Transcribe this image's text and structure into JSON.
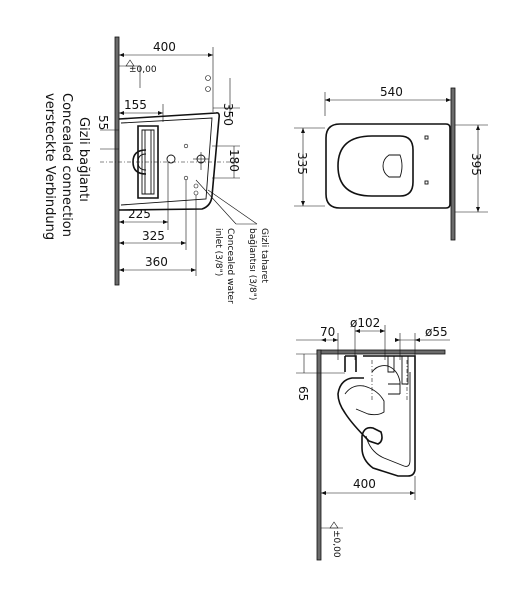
{
  "top_view": {
    "dim_400": "400",
    "level": "±0,00",
    "dim_350": "350",
    "dim_155": "155",
    "dim_55": "55",
    "dim_180": "180",
    "dim_225": "225",
    "dim_325": "325",
    "dim_360": "360"
  },
  "labels": {
    "gizli_baglanti": "Gizli bağlantı",
    "concealed_connection": "Concealed connection",
    "versteckte_verbindung": "versteckte Verbindung",
    "taharet_line1": "Gizli taharet",
    "taharet_line2": "bağlantısı (3/8\")",
    "water_line1": "Concealed water",
    "water_line2": "inlet (3/8\")"
  },
  "plan_view": {
    "dim_540": "540",
    "dim_335": "335",
    "dim_395": "395"
  },
  "side_view": {
    "dim_70": "70",
    "dim_phi102": "ø102",
    "dim_phi55": "ø55",
    "dim_65": "65",
    "dim_400": "400",
    "level": "±0,00"
  }
}
